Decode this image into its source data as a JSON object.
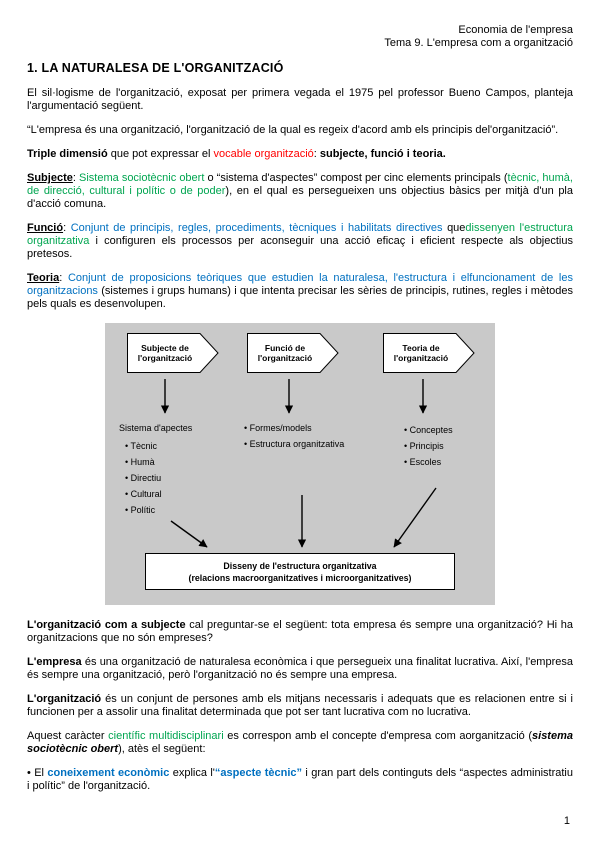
{
  "header": {
    "line1": "Economia de l'empresa",
    "line2": "Tema 9. L'empresa com a organització"
  },
  "title": "1. LA NATURALESA DE L'ORGANITZACIÓ",
  "paragraphs": {
    "p1": [
      {
        "t": "El sil·logisme de l'organització, exposat per primera vegada el 1975 pel professor Bueno Campos, planteja l'argumentació següent."
      }
    ],
    "p2": [
      {
        "t": "“L'empresa és una organització, l'organització de la qual es regeix d'acord amb els principis del'organització”."
      }
    ],
    "p3": [
      {
        "t": "Triple dimensió",
        "s": "b"
      },
      {
        "t": " que pot expressar el "
      },
      {
        "t": "vocable organització",
        "s": "red"
      },
      {
        "t": ": "
      },
      {
        "t": "subjecte, funció i teoria.",
        "s": "b"
      }
    ],
    "subjecte": [
      {
        "t": "Subjecte",
        "s": "bu"
      },
      {
        "t": ": "
      },
      {
        "t": "Sistema sociotècnic obert",
        "s": "green"
      },
      {
        "t": " o “sistema d'aspectes” compost per cinc elements principals ("
      },
      {
        "t": "tècnic, humà, de direcció, cultural i polític o de poder",
        "s": "green"
      },
      {
        "t": "), en el qual es persegueixen uns objectius bàsics per mitjà d'un pla d'acció comuna."
      }
    ],
    "funcio": [
      {
        "t": "Funció",
        "s": "bu"
      },
      {
        "t": ": "
      },
      {
        "t": "Conjunt de principis, regles, procediments, tècniques i habilitats directives ",
        "s": "blue"
      },
      {
        "t": "que"
      },
      {
        "t": "dissenyen l'estructura organitzativa",
        "s": "green"
      },
      {
        "t": " i configuren els processos per aconseguir una acció eficaç i eficient respecte als objectius pretesos."
      }
    ],
    "teoria": [
      {
        "t": "Teoria",
        "s": "bu"
      },
      {
        "t": ": "
      },
      {
        "t": "Conjunt de proposicions teòriques que estudien la naturalesa, l'estructura i elfuncionament de les organitzacions",
        "s": "blue"
      },
      {
        "t": " (sistemes i grups humans) i que intenta precisar les sèries de principis, rutines, regles i mètodes pels quals es desenvolupen."
      }
    ],
    "p4": [
      {
        "t": "L'organització com a subjecte",
        "s": "b"
      },
      {
        "t": " cal preguntar-se el següent: tota empresa és sempre una organització? Hi ha organitzacions que no són empreses?"
      }
    ],
    "p5": [
      {
        "t": "L'empresa",
        "s": "b"
      },
      {
        "t": " és una organització de naturalesa econòmica i que persegueix una finalitat lucrativa. Així, l'empresa és sempre una organització, però l'organització no és sempre una empresa."
      }
    ],
    "p6": [
      {
        "t": "L'organització",
        "s": "b"
      },
      {
        "t": " és un conjunt de persones amb els mitjans necessaris i adequats que es relacionen entre si i funcionen per a assolir una finalitat determinada que pot ser tant lucrativa com no lucrativa."
      }
    ],
    "p7": [
      {
        "t": "Aquest caràcter "
      },
      {
        "t": "científic multidisciplinari",
        "s": "green"
      },
      {
        "t": " es correspon amb el concepte d'empresa com aorganització ("
      },
      {
        "t": "sistema sociotècnic obert",
        "s": "bi"
      },
      {
        "t": "), atès el següent:"
      }
    ],
    "bullet1": [
      {
        "t": "• El "
      },
      {
        "t": "coneixement econòmic",
        "s": "blueb"
      },
      {
        "t": " explica l'"
      },
      {
        "t": "“aspecte tècnic”",
        "s": "blueb"
      },
      {
        "t": " i gran part dels continguts dels “aspectes administratiu i polític” de l'organització."
      }
    ]
  },
  "diagram": {
    "boxes": [
      "Subjecte de l'organització",
      "Funció de l'organització",
      "Teoria de l'organització"
    ],
    "col1": {
      "header": "Sistema d'apectes",
      "items": [
        "Tècnic",
        "Humà",
        "Directiu",
        "Cultural",
        "Polític"
      ]
    },
    "col2": {
      "items": [
        "Formes/models",
        "Estructura organitzativa"
      ]
    },
    "col3": {
      "items": [
        "Conceptes",
        "Principis",
        "Escoles"
      ]
    },
    "bottom_box": {
      "line1": "Disseny de l'estructura organitzativa",
      "line2": "(relacions macroorganitzatives i microorganitzatives)"
    }
  },
  "page_number": "1"
}
